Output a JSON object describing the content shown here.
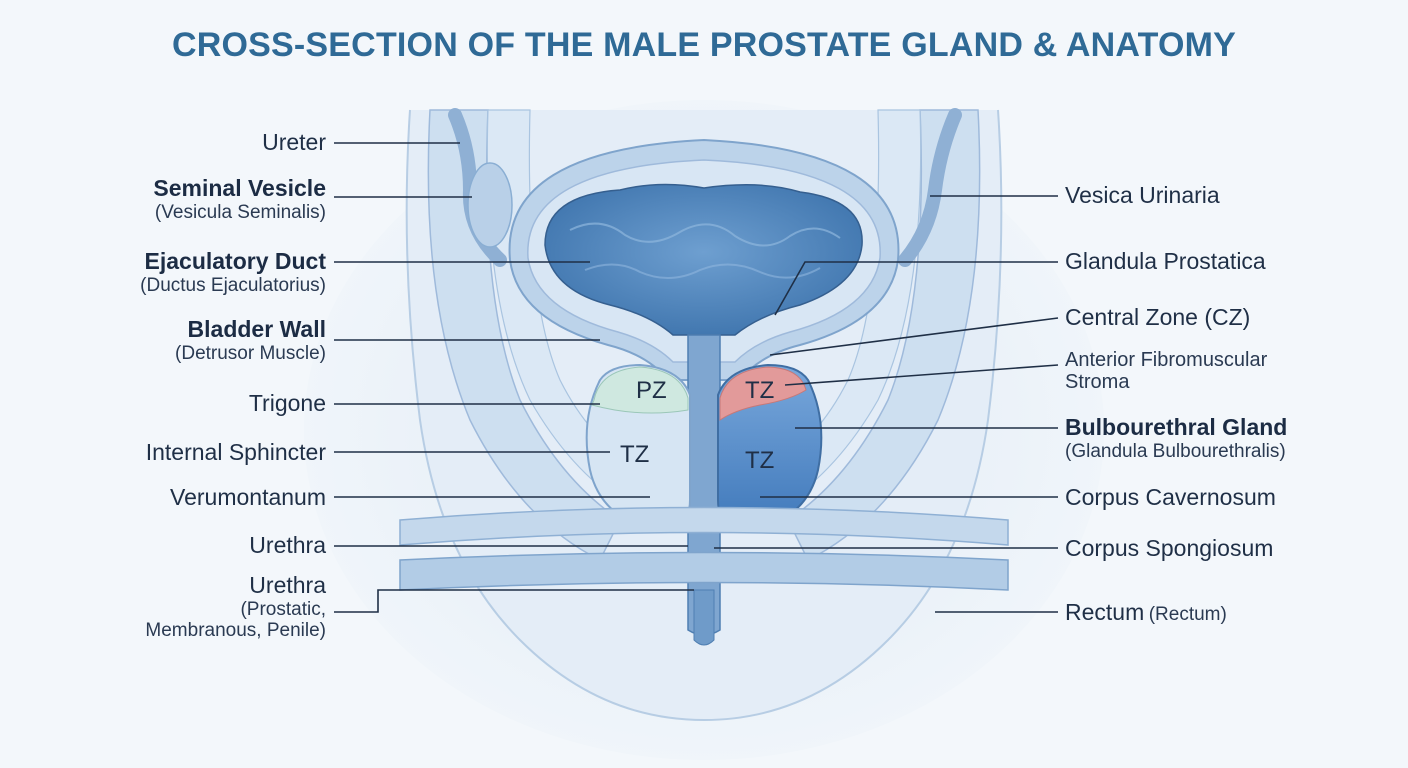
{
  "title": "CROSS-SECTION OF THE MALE PROSTATE GLAND & ANATOMY",
  "zones": {
    "pz": "PZ",
    "tz": "TZ"
  },
  "left_labels": [
    {
      "main": "Ureter",
      "sub": ""
    },
    {
      "main": "Seminal Vesicle",
      "sub": "(Vesicula Seminalis)"
    },
    {
      "main": "Ejaculatory Duct",
      "sub": "(Ductus Ejaculatorius)"
    },
    {
      "main": "Bladder Wall",
      "sub": "(Detrusor Muscle)"
    },
    {
      "main": "Trigone",
      "sub": ""
    },
    {
      "main": "Internal Sphincter",
      "sub": ""
    },
    {
      "main": "Verumontanum",
      "sub": ""
    },
    {
      "main": "Urethra",
      "sub": ""
    },
    {
      "main": "Urethra",
      "sub": "(Prostatic,",
      "sub2": "Membranous, Penile)"
    }
  ],
  "right_labels": [
    {
      "main": "Vesica Urinaria",
      "sub": ""
    },
    {
      "main": "Glandula Prostatica",
      "sub": ""
    },
    {
      "main": "Central Zone (CZ)",
      "sub": ""
    },
    {
      "main": "Anterior Fibromuscular",
      "sub": "Stroma"
    },
    {
      "main": "Bulbourethral Gland",
      "sub": "(Glandula Bulbourethralis)"
    },
    {
      "main": "Corpus Cavernosum",
      "sub": ""
    },
    {
      "main": "Corpus Spongiosum",
      "sub": ""
    },
    {
      "main": "Rectum",
      "sub": "(Rectum)"
    }
  ],
  "colors": {
    "title": "#2f6a96",
    "tissue_light": "#dbe7f3",
    "tissue_mid": "#a9c4e0",
    "bladder_lumen": "#4f86bd",
    "tz_red": "#e29a9a",
    "tz_blue": "#5b8fcc",
    "pz_green": "#cfe8e0",
    "leader": "#1f2f46"
  }
}
